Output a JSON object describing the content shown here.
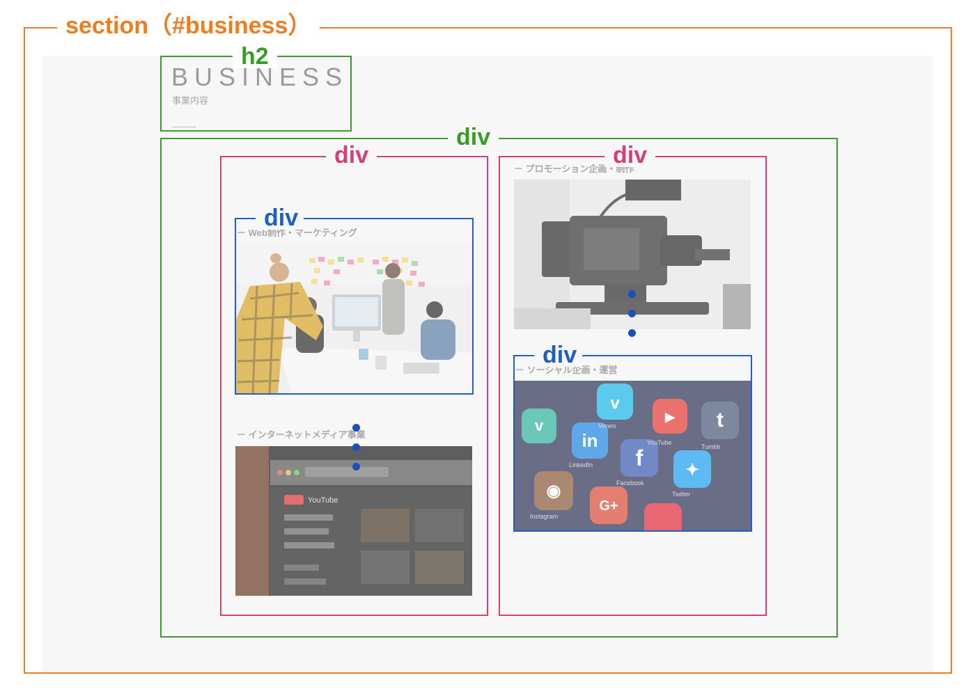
{
  "diagram": {
    "section_label": "section（#business）",
    "h2_label": "h2",
    "container_label": "div",
    "column_left_label": "div",
    "column_right_label": "div",
    "card_label": "div"
  },
  "heading": {
    "title": "BUSINESS",
    "subtitle": "事業内容"
  },
  "cards": [
    {
      "caption": "－ Web制作・マーケティング",
      "image": "office-meeting-photo"
    },
    {
      "caption": "－ インターネットメディア事業",
      "image": "youtube-screen-photo"
    },
    {
      "caption": "－ プロモーション企画・制作",
      "image": "video-camera-photo"
    },
    {
      "caption": "－ ソーシャル企画・運営",
      "image": "social-apps-photo"
    }
  ],
  "photo_text": {
    "youtube_logo": "YouTube",
    "app_names": [
      "Vimeo",
      "YouTube",
      "Tumblr",
      "LinkedIn",
      "Facebook",
      "Twitter",
      "Instagram"
    ]
  },
  "colors": {
    "section": "#ee7d22",
    "h2": "#3a9a2a",
    "container": "#3a9a2a",
    "column": "#d63e7a",
    "card": "#1f5fc0",
    "page_background": "#f7f7f7"
  }
}
